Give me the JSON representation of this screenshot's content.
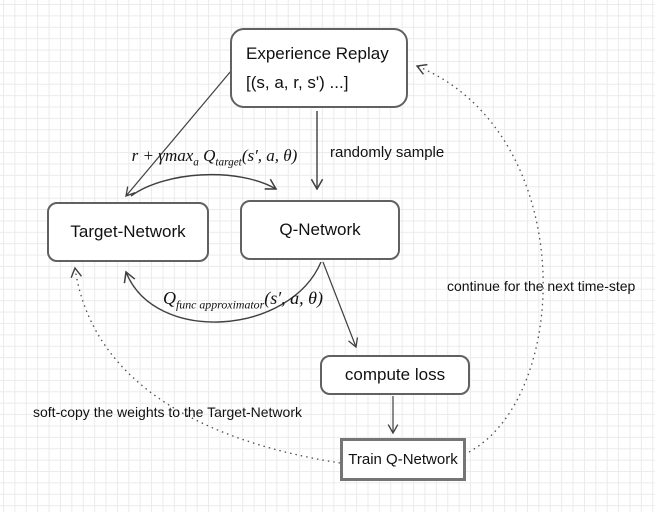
{
  "boxes": {
    "experience_replay": {
      "line1": "Experience Replay",
      "line2": "[(s, a, r, s') ...]"
    },
    "target_network": {
      "label": "Target-Network"
    },
    "q_network": {
      "label": "Q-Network"
    },
    "compute_loss": {
      "label": "compute loss"
    },
    "train_q_network": {
      "label": "Train Q-Network"
    }
  },
  "labels": {
    "randomly_sample": "randomly sample",
    "soft_copy": "soft-copy the weights to the Target-Network",
    "continue_next": "continue for the next time-step"
  },
  "formulas": {
    "target": {
      "pre": "r + γmax",
      "sub_a": "a",
      "mid": " Q",
      "sub_target": "target",
      "args": "(s′, a, θ)"
    },
    "qfunc": {
      "q": "Q",
      "sub": "func approximator",
      "args": "(s′, a, θ)"
    }
  },
  "colors": {
    "box_border": "#616161",
    "train_border": "#757575",
    "line": "#404040",
    "grid": "#ebebeb",
    "background": "#ffffff",
    "text": "#111111"
  }
}
